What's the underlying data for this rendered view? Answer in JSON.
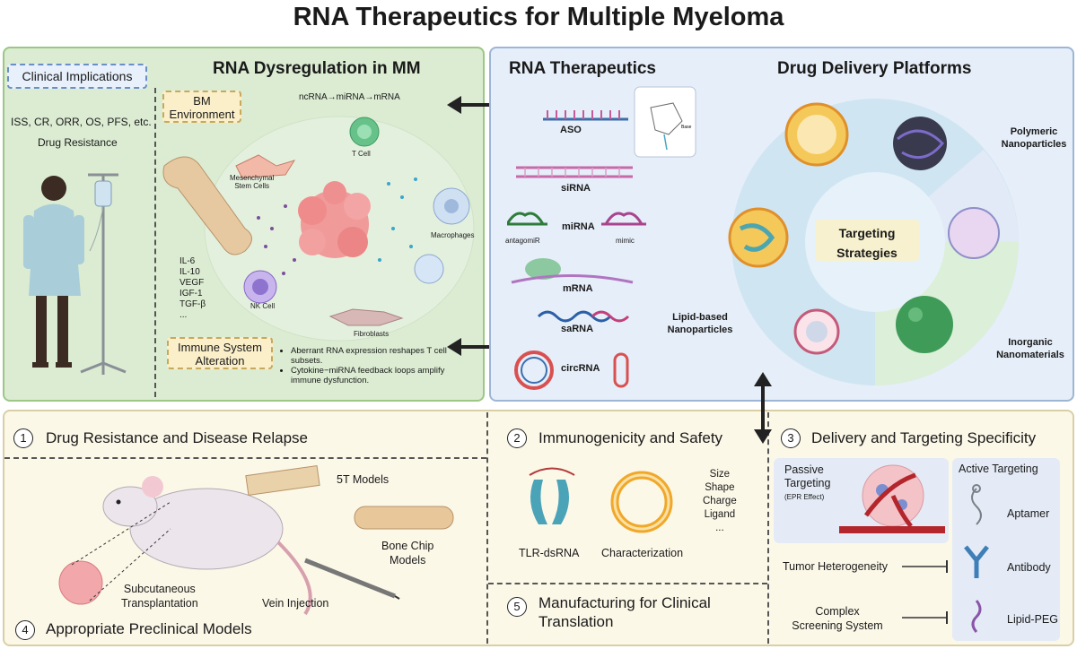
{
  "title": "RNA Therapeutics for Multiple Myeloma",
  "dysregulation": {
    "heading": "RNA Dysregulation in MM",
    "clinical_tag": "Clinical Implications",
    "clinical_line1": "ISS, CR, ORR, OS, PFS, etc.",
    "clinical_line2": "Drug Resistance",
    "bm_tag": "BM\nEnvironment",
    "bm_line1": "BM",
    "bm_line2": "Environment",
    "rna_flow": "ncRNA→miRNA→mRNA",
    "cells": {
      "tcell": "T Cell",
      "msc1": "Mesenchymal",
      "msc2": "Stem Cells",
      "macrophages": "Macrophages",
      "nk": "NK Cell",
      "fibroblasts": "Fibroblasts"
    },
    "cytokines": [
      "IL-6",
      "IL-10",
      "VEGF",
      "IGF-1",
      "TGF-β",
      "..."
    ],
    "immune_line1": "Immune System",
    "immune_line2": "Alteration",
    "bullets": [
      "Aberrant RNA expression reshapes T cell subsets.",
      "Cytokine−miRNA feedback loops amplify immune dysfunction."
    ]
  },
  "therapeutics": {
    "heading": "RNA Therapeutics",
    "items": {
      "aso": "ASO",
      "sirna": "siRNA",
      "antagomir": "antagomiR",
      "mirna": "miRNA",
      "mimic": "mimic",
      "mrna": "mRNA",
      "sarna": "saRNA",
      "circrna": "circRNA"
    },
    "aso_base": "Base"
  },
  "delivery": {
    "heading": "Drug Delivery Platforms",
    "center_line1": "Targeting",
    "center_line2": "Strategies",
    "polymeric1": "Polymeric",
    "polymeric2": "Nanoparticles",
    "lipid1": "Lipid-based",
    "lipid2": "Nanoparticles",
    "inorganic1": "Inorganic",
    "inorganic2": "Nanomaterials"
  },
  "challenges": {
    "s1": {
      "num": "1",
      "title": "Drug Resistance and Disease Relapse"
    },
    "s2": {
      "num": "2",
      "title": "Immunogenicity and Safety"
    },
    "s3": {
      "num": "3",
      "title": "Delivery and Targeting Specificity"
    },
    "s4": {
      "num": "4",
      "title": "Appropriate Preclinical Models"
    },
    "s5": {
      "num": "5",
      "title1": "Manufacturing for Clinical",
      "title2": "Translation"
    },
    "models": {
      "t5": "5T Models",
      "bone1": "Bone Chip",
      "bone2": "Models",
      "subq1": "Subcutaneous",
      "subq2": "Transplantation",
      "vein": "Vein Injection"
    },
    "safety": {
      "tlr": "TLR-dsRNA",
      "characterization": "Characterization",
      "props": [
        "Size",
        "Shape",
        "Charge",
        "Ligand",
        "..."
      ]
    },
    "targeting": {
      "passive1": "Passive",
      "passive2": "Targeting",
      "passive3": "(EPR Effect)",
      "active": "Active Targeting",
      "heterogeneity": "Tumor Heterogeneity",
      "complex1": "Complex",
      "complex2": "Screening System",
      "aptamer": "Aptamer",
      "antibody": "Antibody",
      "lipidpeg": "Lipid-PEG"
    }
  },
  "colors": {
    "green_panel": "#dbecd2",
    "blue_panel": "#e6eef9",
    "bottom_panel": "#fcf8e8"
  }
}
